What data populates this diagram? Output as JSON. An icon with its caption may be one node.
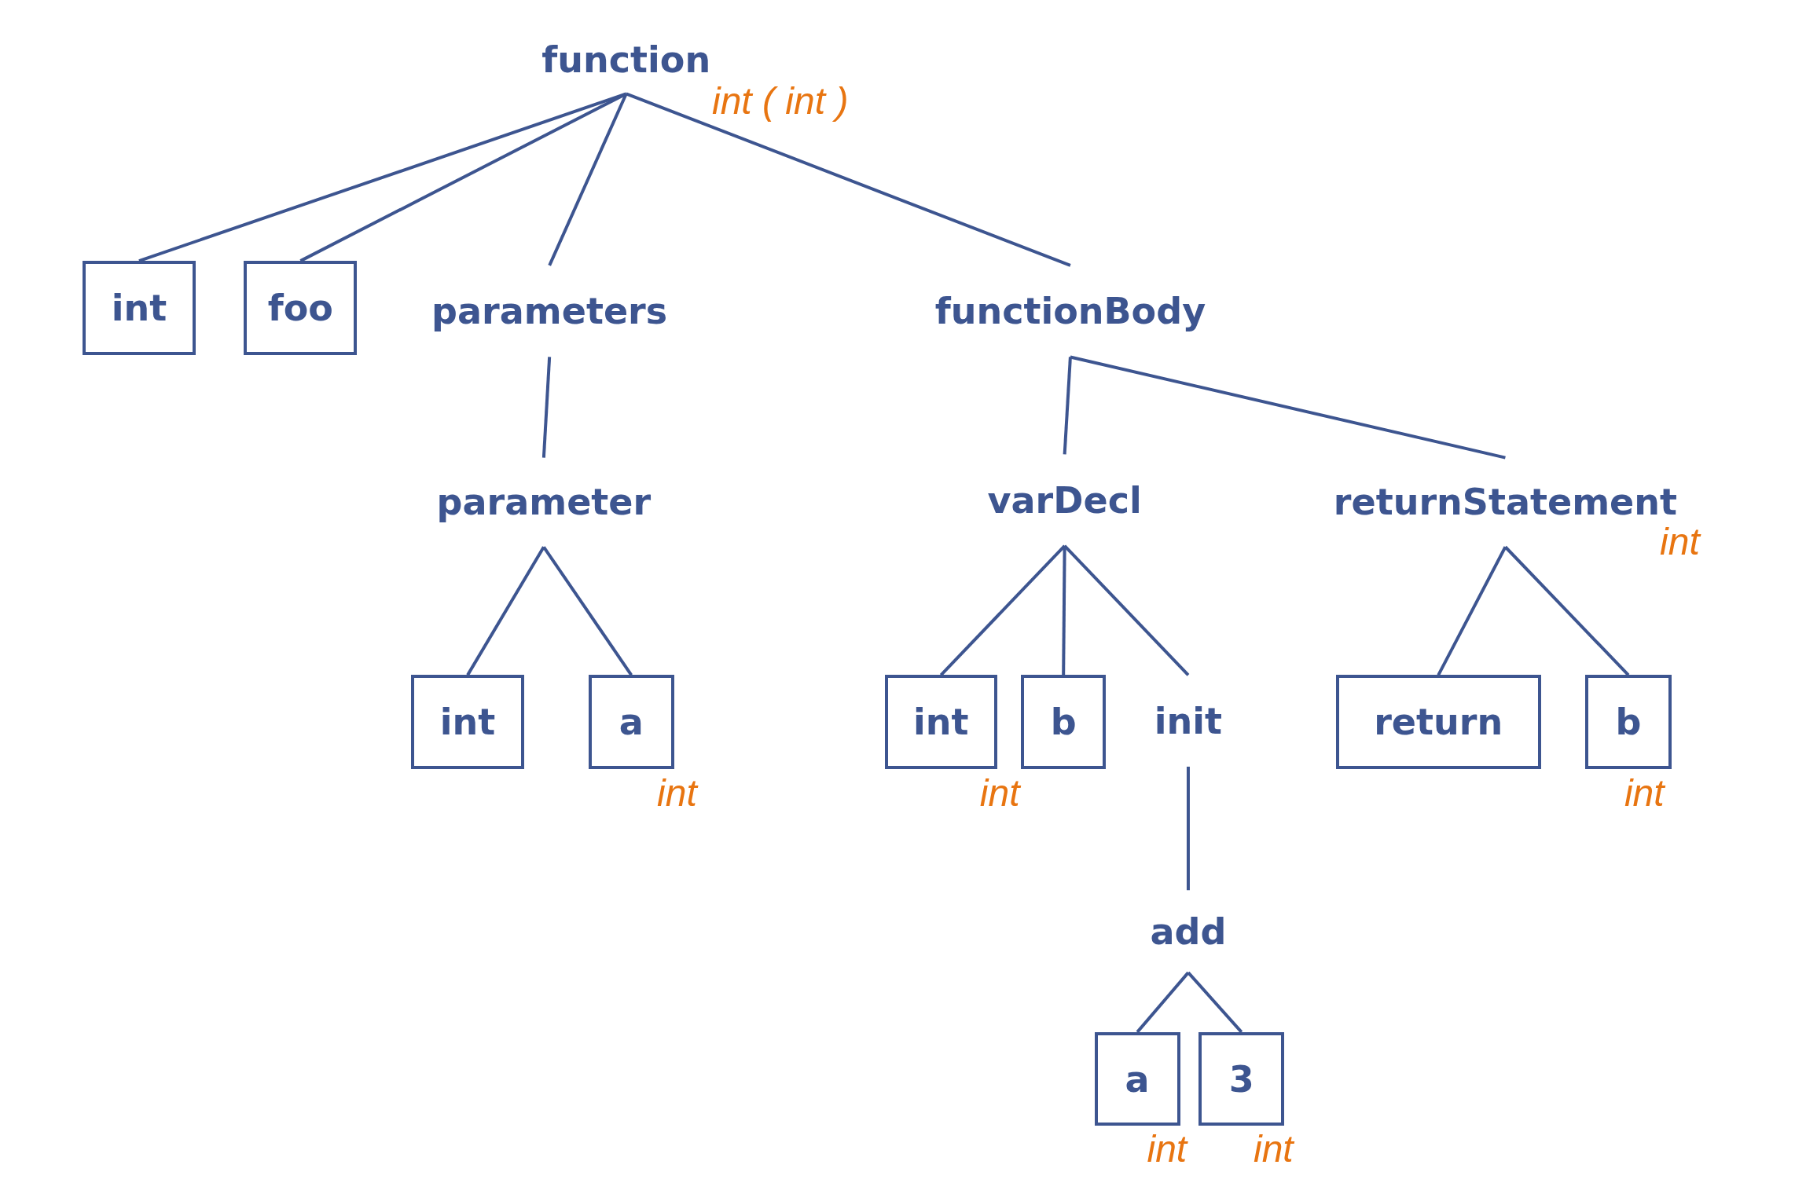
{
  "diagram": {
    "nodes": [
      {
        "text": [
          "function"
        ],
        "beside": [
          "int ( int )"
        ]
      },
      {
        "text": [
          "int"
        ]
      },
      {
        "text": [
          "foo"
        ]
      },
      {
        "text": [
          "parameters"
        ]
      },
      {
        "text": [
          "functionBody"
        ]
      },
      {
        "text": [
          "parameter"
        ]
      },
      {
        "text": [
          "varDecl"
        ]
      },
      {
        "text": [
          "returnStatement"
        ],
        "beside": [
          "int"
        ]
      },
      {
        "text": [
          "int"
        ]
      },
      {
        "text": [
          "a"
        ],
        "beside": [
          "int"
        ]
      },
      {
        "text": [
          "int"
        ],
        "beside": [
          "int"
        ]
      },
      {
        "text": [
          "b"
        ]
      },
      {
        "text": [
          "init"
        ]
      },
      {
        "text": [
          "return"
        ]
      },
      {
        "text": [
          "b"
        ],
        "beside": [
          "int"
        ]
      },
      {
        "text": [
          "add"
        ]
      },
      {
        "text": [
          "a"
        ],
        "beside": [
          "int"
        ]
      },
      {
        "text": [
          "3"
        ],
        "beside": [
          "int"
        ]
      }
    ],
    "edges": [
      {
        "from": 0,
        "to": 1,
        "arrow": "none"
      },
      {
        "from": 0,
        "to": 2,
        "arrow": "none"
      },
      {
        "from": 0,
        "to": 3,
        "arrow": "none"
      },
      {
        "from": 0,
        "to": 4,
        "arrow": "none"
      },
      {
        "from": 3,
        "to": 5,
        "arrow": "none"
      },
      {
        "from": 4,
        "to": 6,
        "arrow": "none"
      },
      {
        "from": 4,
        "to": 7,
        "arrow": "none"
      },
      {
        "from": 5,
        "to": 8,
        "arrow": "none"
      },
      {
        "from": 5,
        "to": 9,
        "arrow": "none"
      },
      {
        "from": 6,
        "to": 10,
        "arrow": "none"
      },
      {
        "from": 6,
        "to": 11,
        "arrow": "none"
      },
      {
        "from": 6,
        "to": 12,
        "arrow": "none"
      },
      {
        "from": 7,
        "to": 13,
        "arrow": "none"
      },
      {
        "from": 7,
        "to": 14,
        "arrow": "none"
      },
      {
        "from": 12,
        "to": 15,
        "arrow": "none"
      },
      {
        "from": 15,
        "to": 16,
        "arrow": "none"
      },
      {
        "from": 15,
        "to": 17,
        "arrow": "none"
      }
    ]
  }
}
